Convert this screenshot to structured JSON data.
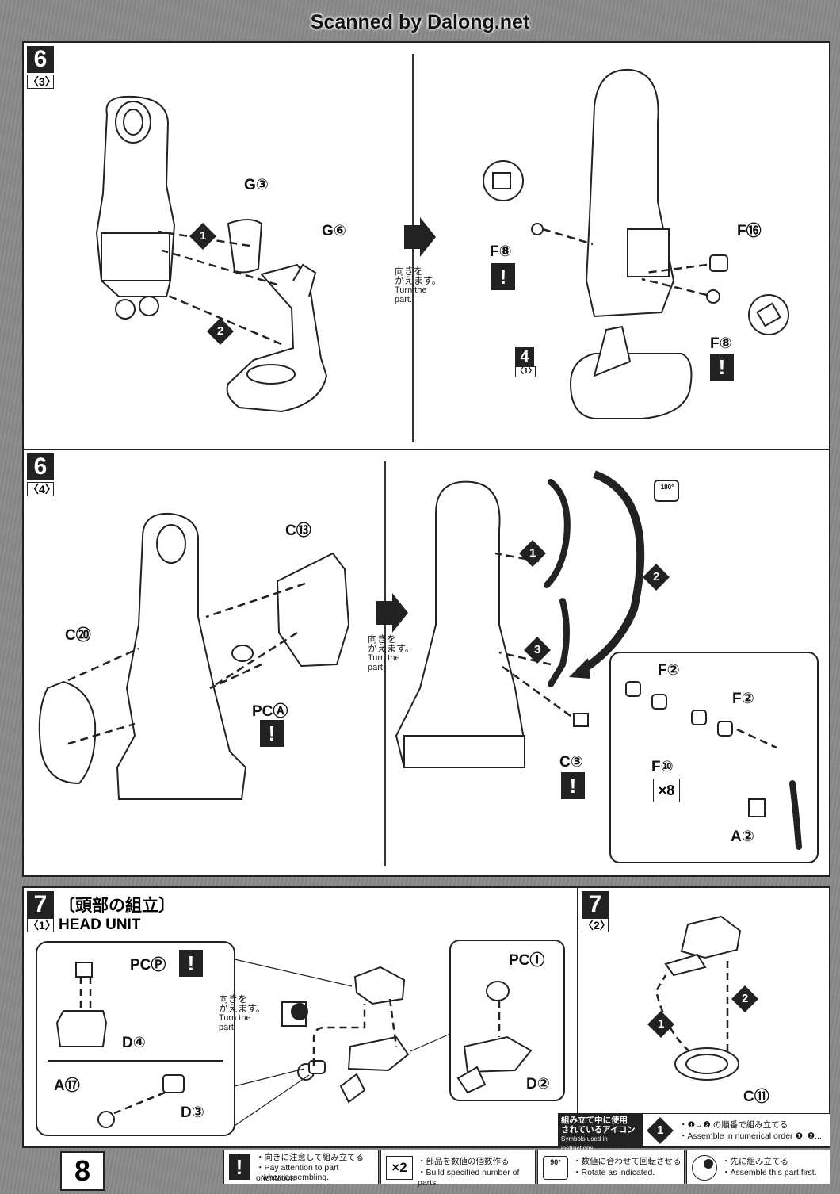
{
  "watermark": "Scanned by Dalong.net",
  "page_number": "8",
  "step_6_3": {
    "step": "6",
    "substep": "〈3〉",
    "labels": {
      "g3": "G③",
      "g6": "G⑥",
      "f8_a": "F⑧",
      "f16": "F⑯",
      "f8_b": "F⑧",
      "ref4": "4",
      "ref4_sub": "〈1〉"
    },
    "turn_jp_1": "向きを",
    "turn_jp_2": "かえます。",
    "turn_en_1": "Turn the",
    "turn_en_2": "part.",
    "seq1": "1",
    "seq2": "2",
    "warn": "!"
  },
  "step_6_4": {
    "step": "6",
    "substep": "〈4〉",
    "labels": {
      "c13": "C⑬",
      "c21": "C⑳",
      "pca": "PCⒶ",
      "c3": "C③",
      "f2_a": "F②",
      "f2_b": "F②",
      "f10": "F⑩",
      "a2": "A②"
    },
    "turn_jp_1": "向きを",
    "turn_jp_2": "かえます。",
    "turn_en_1": "Turn the",
    "turn_en_2": "part.",
    "rotate": "180°",
    "multiplier": "×8",
    "seq1": "1",
    "seq2": "2",
    "seq3": "3",
    "warn": "!"
  },
  "step_7_1": {
    "step": "7",
    "substep": "〈1〉",
    "title_jp": "〔頭部の組立〕",
    "title_en": "HEAD UNIT",
    "labels": {
      "pcp": "PCⓅ",
      "d4": "D④",
      "a17": "A⑰",
      "d3": "D③",
      "pci": "PCⒾ",
      "d2": "D②"
    },
    "turn_jp_1": "向きを",
    "turn_jp_2": "かえます。",
    "turn_en_1": "Turn the",
    "turn_en_2": "part.",
    "warn": "!"
  },
  "step_7_2": {
    "step": "7",
    "substep": "〈2〉",
    "labels": {
      "c11": "C⑪"
    },
    "seq1": "1",
    "seq2": "2"
  },
  "legend": {
    "header_jp_1": "組み立て中に使用",
    "header_jp_2": "されているアイコン",
    "header_en": "Symbols used in instructions",
    "order_icon": "1",
    "order_jp": "・❶→❷ の順番で組み立てる",
    "order_en": "・Assemble in numerical order ❶, ❷...",
    "attention_jp": "・向きに注意して組み立てる",
    "attention_en_1": "・Pay attention to part orientation",
    "attention_en_2": "when assembling.",
    "count_icon": "×2",
    "count_jp": "・部品を数値の個数作る",
    "count_en": "・Build specified number of parts.",
    "rotate_icon": "90°",
    "rotate_jp": "・数値に合わせて回転させる",
    "rotate_en": "・Rotate as indicated.",
    "first_jp": "・先に組み立てる",
    "first_en": "・Assemble this part first.",
    "warn": "!"
  }
}
